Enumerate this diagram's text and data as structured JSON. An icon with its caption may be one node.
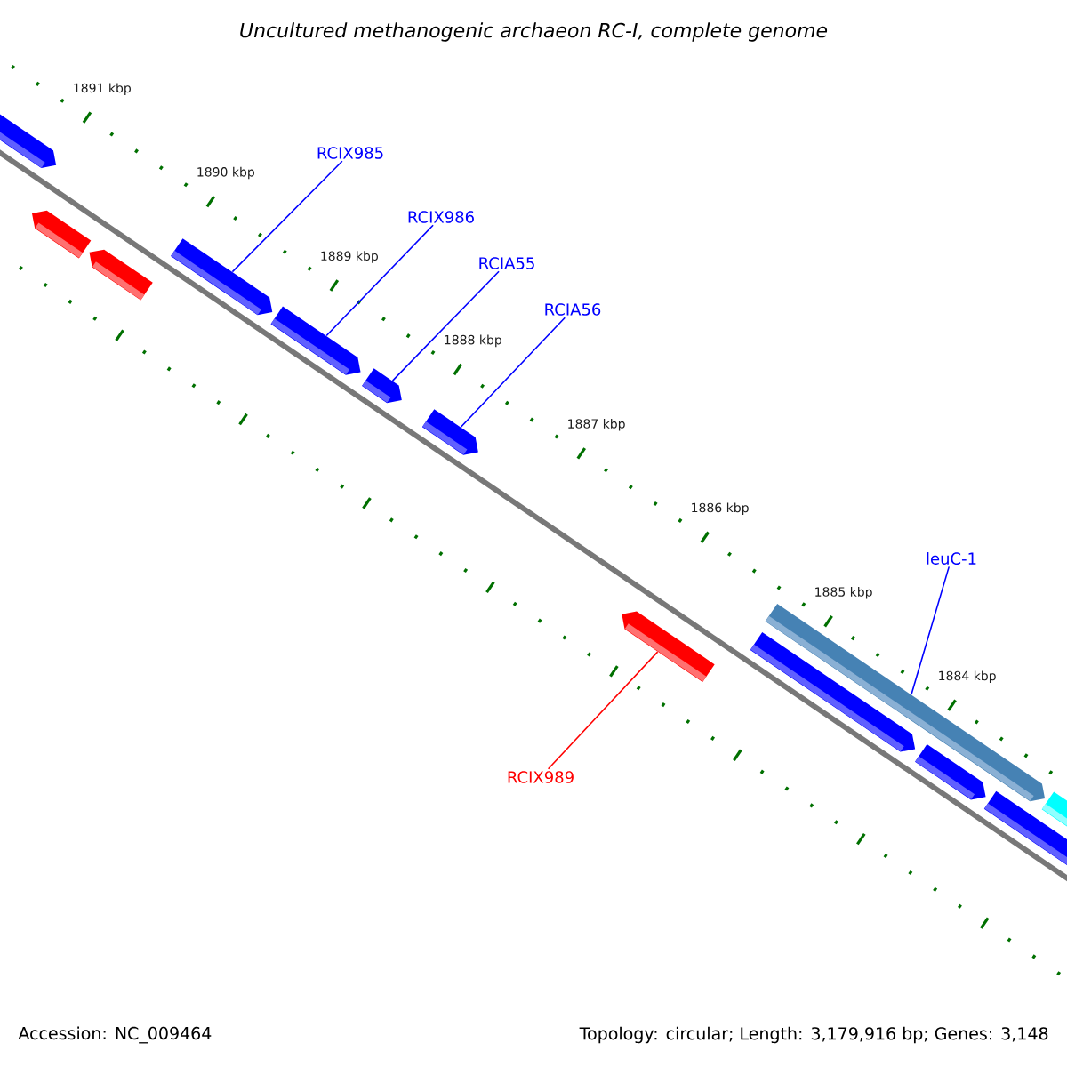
{
  "diagram": {
    "title": "Uncultured methanogenic archaeon RC-I, complete genome",
    "nodes": [
      {
        "text": [],
        "shape": "bar"
      },
      {
        "text": [],
        "shape": "bar"
      },
      {
        "text": [],
        "shape": "bar"
      },
      {
        "text": [],
        "shape": "bar"
      },
      {
        "text": [],
        "shape": "bar"
      },
      {
        "text": [],
        "shape": "bar"
      },
      {
        "text": [],
        "shape": "bar"
      },
      {
        "text": [],
        "shape": "bar"
      },
      {
        "text": [],
        "shape": "bar"
      },
      {
        "text": [],
        "shape": "bar"
      },
      {
        "text": [],
        "shape": "bar"
      },
      {
        "text": [],
        "shape": "bar"
      },
      {
        "text": [],
        "shape": "bar"
      },
      {
        "text": [
          "RCIX985"
        ]
      },
      {
        "text": [
          "RCIX986"
        ]
      },
      {
        "text": [
          "RCIA55"
        ]
      },
      {
        "text": [
          "RCIA56"
        ]
      },
      {
        "text": [
          "leuC-1"
        ]
      },
      {
        "text": [
          "RCIX989"
        ]
      }
    ],
    "edges": [
      {
        "from": 13,
        "to": 3,
        "arrow": "none"
      },
      {
        "from": 14,
        "to": 4,
        "arrow": "none"
      },
      {
        "from": 15,
        "to": 5,
        "arrow": "none"
      },
      {
        "from": 16,
        "to": 6,
        "arrow": "none"
      },
      {
        "from": 17,
        "to": 8,
        "arrow": "none"
      },
      {
        "from": 18,
        "to": 7,
        "arrow": "none",
        "color": "#ff0000"
      }
    ],
    "labels": [
      "1891 kbp",
      "1890 kbp",
      "1889 kbp",
      "1888 kbp",
      "1887 kbp",
      "1886 kbp",
      "1885 kbp",
      "1884 kbp",
      "Accession: NC_009464",
      "Topology: circular; Length: 3,179,916 bp; Genes: 3,148"
    ]
  }
}
